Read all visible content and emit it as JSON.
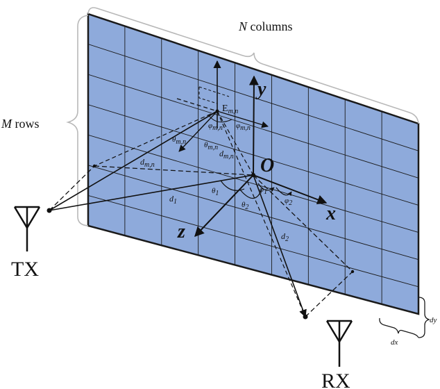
{
  "colors": {
    "panel_fill": "#8eaadb",
    "panel_stroke": "#1a1a1a",
    "brace": "#b8b8b8",
    "line": "#111111"
  },
  "labels": {
    "n_columns": "N columns",
    "n_var": "N",
    "n_rest": " columns",
    "m_rows": "M rows",
    "m_var": "M",
    "m_rest": " rows",
    "tx": "TX",
    "rx": "RX",
    "origin": "O",
    "axis_x": "x",
    "axis_y": "y",
    "axis_z": "z",
    "element": "E",
    "element_sub": "m,n",
    "phi_mn": "φ",
    "phi_mn_sub": "m,n",
    "phi_r_mn": "φ",
    "phi_r_mn_sub": "m,n",
    "theta_t_mn": "θ",
    "theta_t_mn_sub": "m,n",
    "theta_r_mn": "θ",
    "theta_r_mn_sub": "m,n",
    "d_r_mn": "d",
    "d_r_mn_sub": "m,n",
    "d_t_mn": "d",
    "d_t_mn_sub": "m,n",
    "d1": "d",
    "d1_sub": "1",
    "d2": "d",
    "d2_sub": "2",
    "theta1": "θ",
    "theta1_sub": "1",
    "theta2": "θ",
    "theta2_sub": "2",
    "phi1": "φ",
    "phi1_sub": "1",
    "phi2": "φ",
    "phi2_sub": "2",
    "dx": "dx",
    "dy": "dy"
  }
}
